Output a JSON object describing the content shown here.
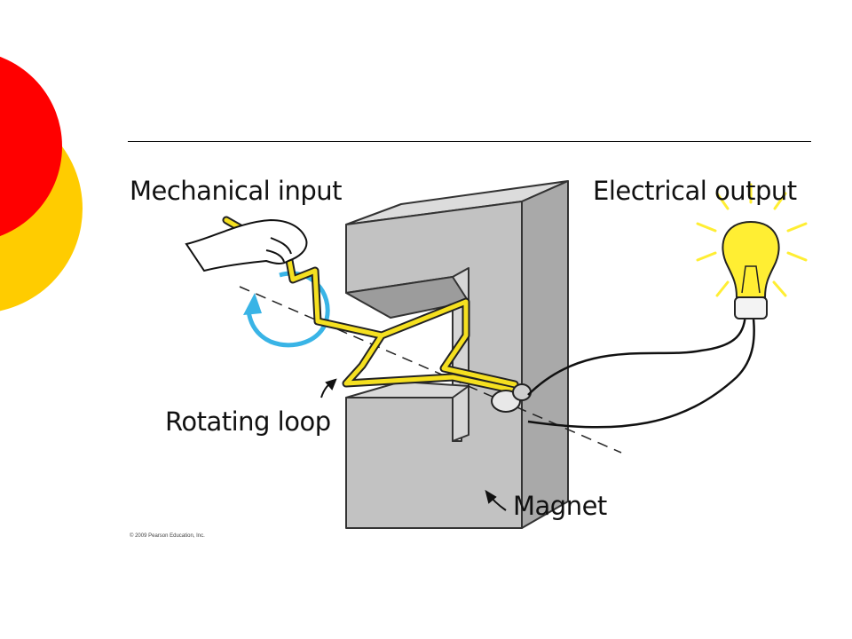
{
  "diagram": {
    "labels": {
      "mechanical_input": "Mechanical input",
      "electrical_output": "Electrical output",
      "rotating_loop": "Rotating loop",
      "magnet": "Magnet"
    },
    "credit": "© 2009 Pearson Education, Inc."
  },
  "colors": {
    "circle_red": "#ff0000",
    "circle_yellow": "#ffcc00",
    "wire_yellow": "#f5e020",
    "magnet_gray": "#bdbdbd",
    "rotation_arrow": "#39b4e6",
    "bulb_yellow": "#ffee33"
  },
  "icons": [
    "hand-icon",
    "light-bulb-icon",
    "rotation-arrow-icon"
  ]
}
